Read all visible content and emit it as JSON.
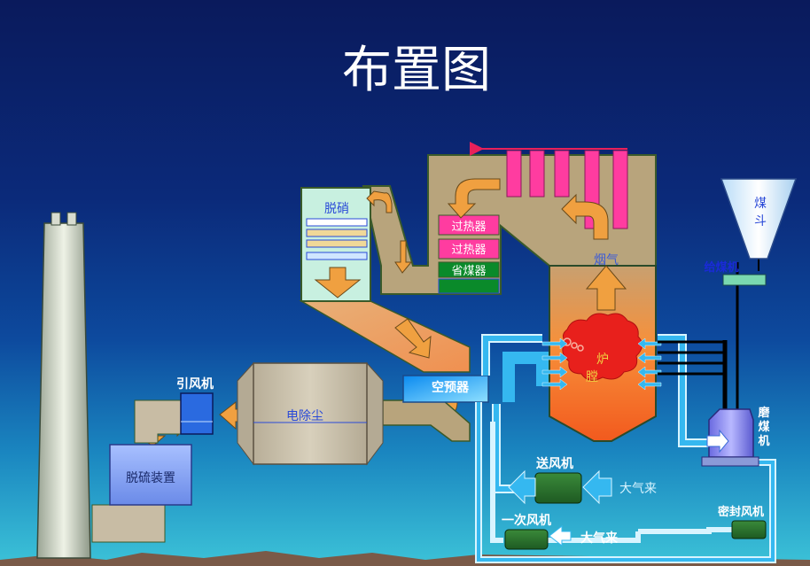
{
  "title": "布置图",
  "labels": {
    "denox": "脱硝",
    "superheater1": "过热器",
    "superheater2": "过热器",
    "economizer": "省煤器",
    "flue_gas": "烟气",
    "furnace_1": "炉",
    "furnace_2": "膛",
    "coal_hopper_1": "煤",
    "coal_hopper_2": "斗",
    "coal_feeder": "给煤机",
    "mill_1": "磨",
    "mill_2": "煤",
    "mill_3": "机",
    "air_preheater": "空预器",
    "esp": "电除尘",
    "id_fan": "引风机",
    "fgd": "脱硫装置",
    "fd_fan": "送风机",
    "atmos_1": "大气来",
    "primary_fan": "一次风机",
    "atmos_2": "大气来",
    "seal_fan": "密封风机"
  },
  "colors": {
    "flue": "#b8a47c",
    "flue_grad_end": "#f08a40",
    "furnace_top": "#f7a060",
    "furnace_bottom": "#f05a1e",
    "flame": "#e8201c",
    "tube_pink": "#ff3ca0",
    "economizer_green": "#0a8a2a",
    "arrow_orange": "#f0a040",
    "air_blue": "#35b8f0",
    "air_light": "#d8f4ff",
    "fan_green": "#2a6a2a",
    "esp_body": "#c8bca4",
    "fgd_box": "#8aa8f0",
    "stack": "#c8d0c0"
  }
}
